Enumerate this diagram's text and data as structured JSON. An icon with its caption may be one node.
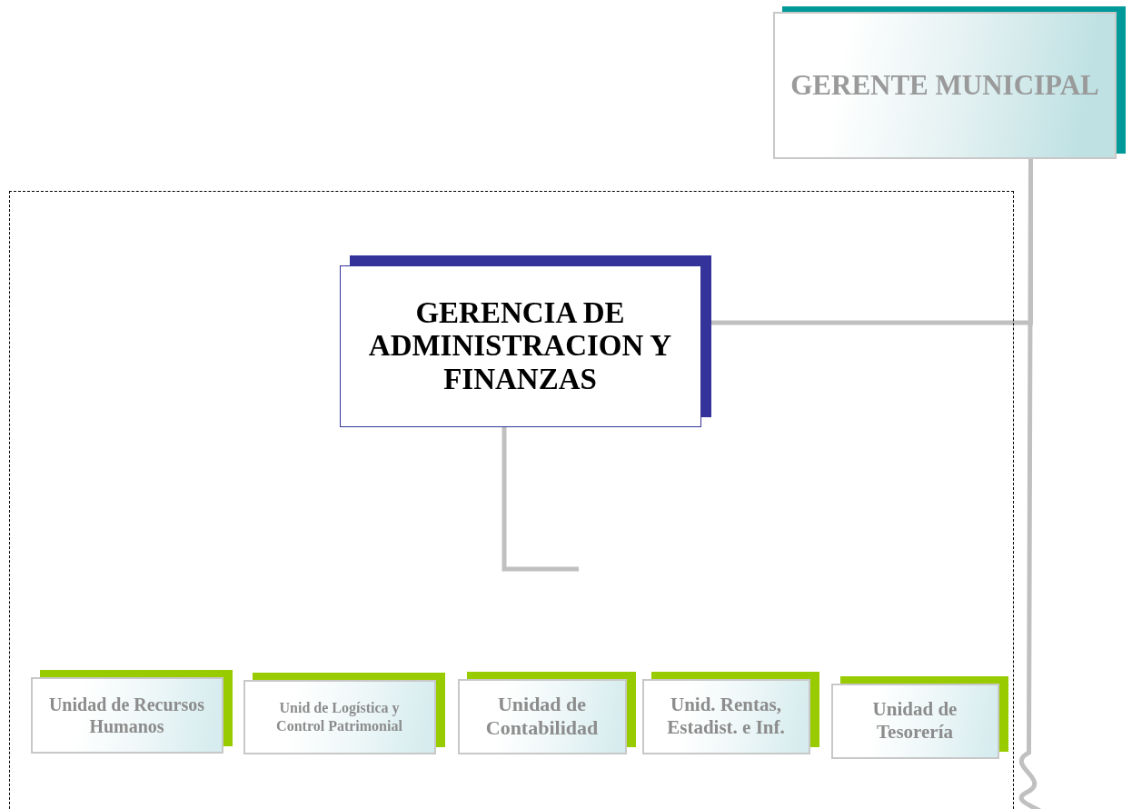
{
  "diagram": {
    "nodes": [
      {
        "text": [
          "GERENTE MUNICIPAL"
        ]
      },
      {
        "text": [],
        "shape": "box"
      },
      {
        "text": [
          "GERENCIA DE ADMINISTRACION Y FINANZAS"
        ],
        "in": 1
      },
      {
        "text": [
          "Unidad de Recursos Humanos"
        ],
        "in": 1
      },
      {
        "text": [
          "Unid de  Logística y Control Patrimonial"
        ],
        "in": 1
      },
      {
        "text": [
          "Unidad de Contabilidad"
        ],
        "in": 1
      },
      {
        "text": [
          "Unid. Rentas, Estadist. e Inf."
        ],
        "in": 1
      },
      {
        "text": [
          "Unidad  de Tesorería"
        ],
        "in": 1
      }
    ],
    "edges": [
      {
        "from": 0,
        "to": 2,
        "arrow": "none"
      },
      {
        "from": 0,
        "to": null,
        "arrow": "none"
      },
      {
        "from": 2,
        "to": null,
        "arrow": "none"
      }
    ]
  }
}
